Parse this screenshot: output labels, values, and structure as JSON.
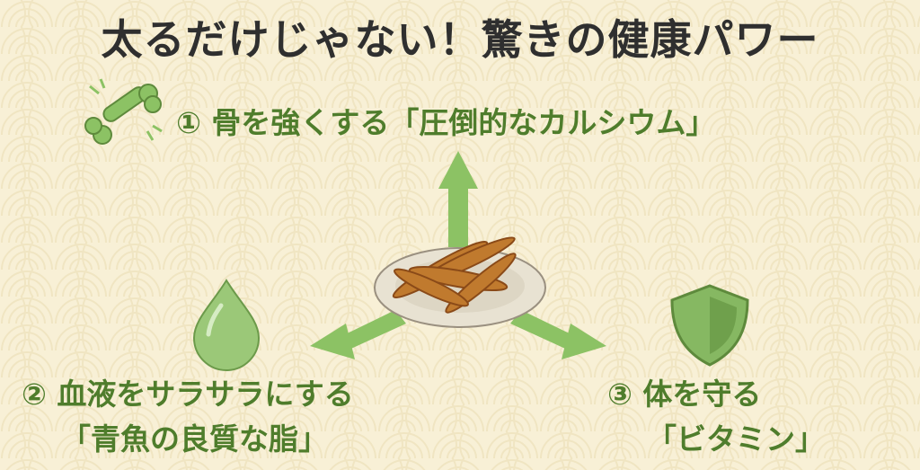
{
  "title": "太るだけじゃない！驚きの健康パワー",
  "benefits": [
    {
      "text": "① 骨を強くする「圧倒的なカルシウム」",
      "icon": "bone-icon"
    },
    {
      "line1": "② 血液をサラサラにする",
      "line2": "「青魚の良質な脂」",
      "icon": "water-drop-icon"
    },
    {
      "line1": "③ 体を守る",
      "line2": "「ビタミン」",
      "icon": "shield-icon"
    }
  ],
  "colors": {
    "background": "#f8f0d6",
    "accent": "#4f7d2c",
    "arrow": "#8cc264",
    "title": "#2f2f2f"
  }
}
